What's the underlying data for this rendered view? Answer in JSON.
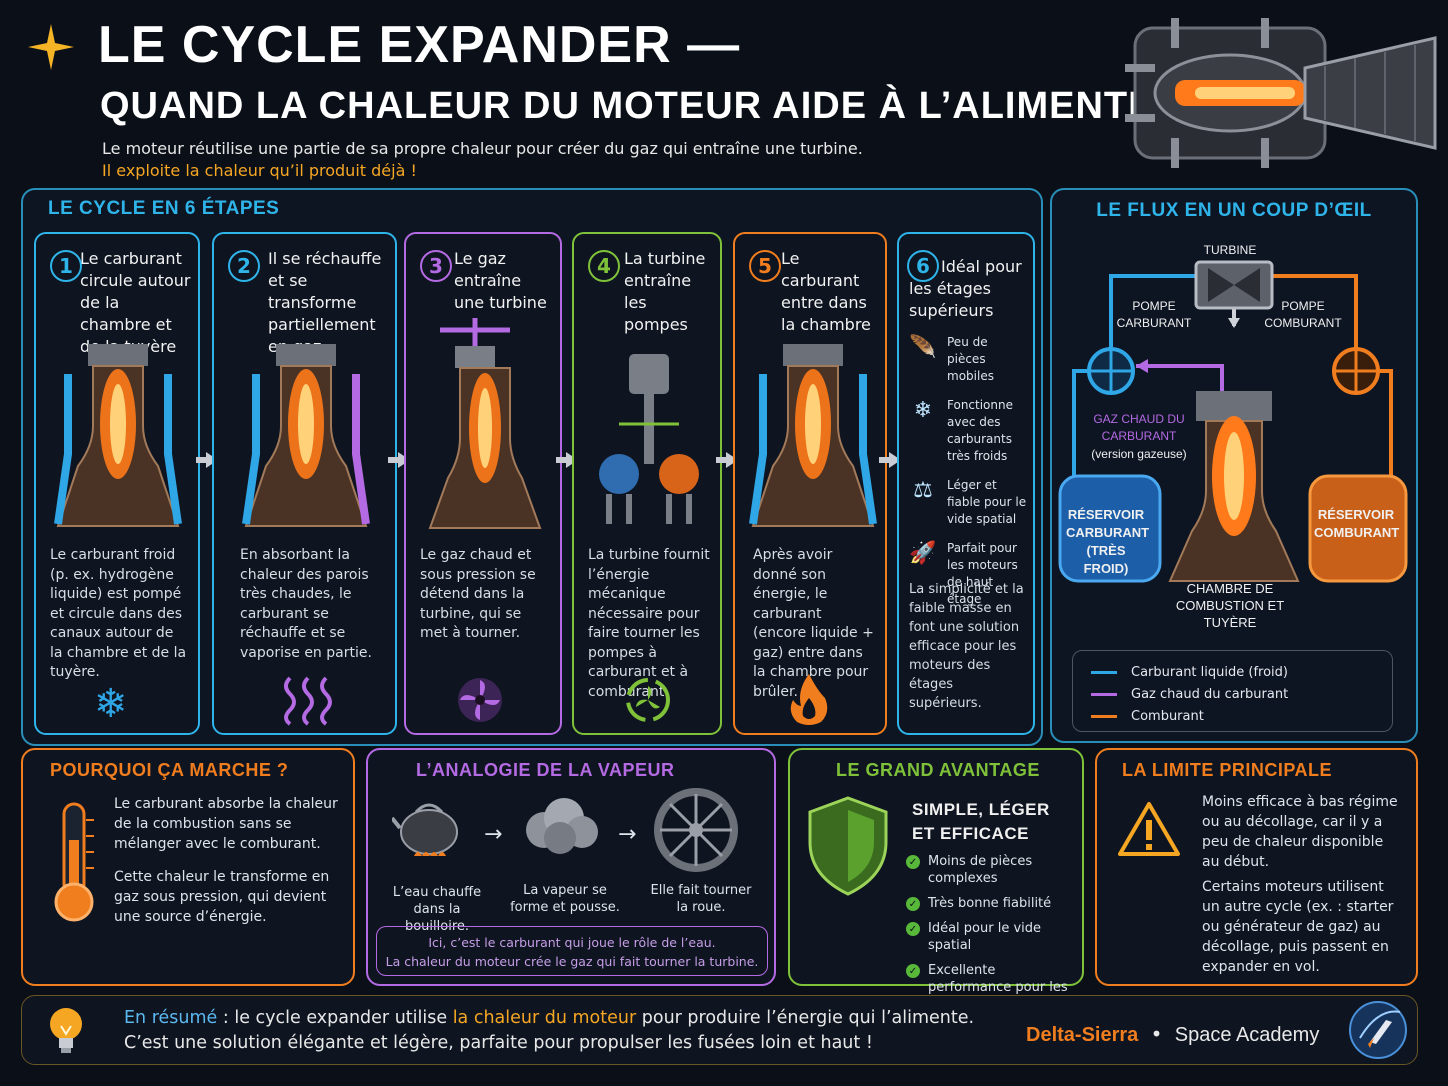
{
  "header": {
    "title_line1": "LE CYCLE EXPANDER —",
    "title_line2": "QUAND LA CHALEUR DU MOTEUR AIDE À L’ALIMENTER",
    "subtitle": "Le moteur réutilise une partie de sa propre chaleur pour créer du gaz qui entraîne une turbine.",
    "highlight": "Il exploite la chaleur qu’il produit déjà !"
  },
  "cycle": {
    "heading": "LE CYCLE EN 6 ÉTAPES",
    "steps": [
      {
        "num": "1",
        "title": "Le carburant circule autour de la chambre et de la tuyère",
        "desc": "Le carburant froid (p. ex. hydrogène liquide) est pompé et circule dans des canaux autour de la chambre et de la tuyère.",
        "color": "#2fb4ea",
        "icon": "snowflake-icon"
      },
      {
        "num": "2",
        "title": "Il se réchauffe et se transforme partiellement en gaz",
        "desc": "En absorbant la chaleur des parois très chaudes, le carburant se réchauffe et se vaporise en partie.",
        "color": "#2fb4ea",
        "icon": "heat-waves-icon"
      },
      {
        "num": "3",
        "title": "Le gaz entraîne une turbine",
        "desc": "Le gaz chaud et sous pression se détend dans la turbine, qui se met à tourner.",
        "color": "#b36ae2",
        "icon": "turbine-fan-icon"
      },
      {
        "num": "4",
        "title": "La turbine entraîne les pompes",
        "desc": "La turbine fournit l’énergie mécanique nécessaire pour faire tourner les pompes à carburant et à comburant.",
        "color": "#7fc23a",
        "icon": "rotation-fan-icon"
      },
      {
        "num": "5",
        "title": "Le carburant entre dans la chambre",
        "desc": "Après avoir donné son énergie, le carburant (encore liquide + gaz) entre dans la chambre pour brûler.",
        "color": "#f07d1e",
        "icon": "flame-icon"
      },
      {
        "num": "6",
        "title": "Idéal pour les étages supérieurs",
        "color": "#2fb4ea",
        "items": [
          {
            "icon": "feather-icon",
            "glyph": "🪶",
            "text": "Peu de pièces mobiles"
          },
          {
            "icon": "snowflake-icon",
            "glyph": "❄",
            "text": "Fonctionne avec des carburants très froids"
          },
          {
            "icon": "balance-icon",
            "glyph": "⚖",
            "text": "Léger et fiable pour le vide spatial"
          },
          {
            "icon": "rocket-icon",
            "glyph": "🚀",
            "text": "Parfait pour les moteurs de haut étage"
          }
        ],
        "desc": "La simplicité et la faible masse en font une solution efficace pour les moteurs des étages supérieurs."
      }
    ]
  },
  "flux": {
    "heading": "LE FLUX EN UN COUP D’ŒIL",
    "turbine": "TURBINE",
    "pompe_carburant": "POMPE CARBURANT",
    "pompe_comburant": "POMPE COMBURANT",
    "gaz_chaud": "GAZ CHAUD DU CARBURANT",
    "gaz_version": "(version gazeuse)",
    "reservoir_carburant": "RÉSERVOIR CARBURANT (TRÈS FROID)",
    "reservoir_comburant": "RÉSERVOIR COMBURANT",
    "chambre": "CHAMBRE DE COMBUSTION ET TUYÈRE",
    "legend": [
      {
        "label": "Carburant liquide (froid)",
        "color": "#2fa6e6"
      },
      {
        "label": "Gaz chaud du carburant",
        "color": "#b36ae2"
      },
      {
        "label": "Comburant",
        "color": "#f07d1e"
      }
    ]
  },
  "pourquoi": {
    "heading": "POURQUOI ÇA MARCHE ?",
    "p1": "Le carburant absorbe la chaleur de la combustion sans se mélanger avec le comburant.",
    "p2": "Cette chaleur le transforme en gaz sous pression, qui devient une source d’énergie."
  },
  "analogie": {
    "heading": "L’ANALOGIE DE LA VAPEUR",
    "c1": "L’eau chauffe dans la bouilloire.",
    "c2": "La vapeur se forme et pousse.",
    "c3": "Elle fait tourner la roue.",
    "note1": "Ici, c’est le carburant qui joue le rôle de l’eau.",
    "note2": "La chaleur du moteur crée le gaz qui fait tourner la turbine."
  },
  "avantage": {
    "heading": "LE GRAND AVANTAGE",
    "subtitle": "SIMPLE, LÉGER ET EFFICACE",
    "items": [
      "Moins de pièces complexes",
      "Très bonne fiabilité",
      "Idéal pour le vide spatial",
      "Excellente performance pour les étages supérieurs"
    ]
  },
  "limite": {
    "heading": "LA LIMITE PRINCIPALE",
    "p1": "Moins efficace à bas régime ou au décollage, car il y a peu de chaleur disponible au début.",
    "p2": "Certains moteurs utilisent un autre cycle (ex. : starter ou générateur de gaz) au décollage, puis passent en expander en vol."
  },
  "summary": {
    "lead": "En résumé",
    "part1": " : le cycle expander utilise ",
    "highlight": "la chaleur du moteur",
    "part2": " pour produire l’énergie qui l’alimente.",
    "line2": "C’est une solution élégante et légère, parfaite pour propulser les fusées loin et haut !"
  },
  "brand": {
    "name": "Delta-Sierra",
    "separator": "•",
    "academy": "Space Academy"
  },
  "colors": {
    "blue": "#2fb4ea",
    "purple": "#b36ae2",
    "green": "#7fc23a",
    "orange": "#f07d1e",
    "highlight": "#f5a623"
  }
}
